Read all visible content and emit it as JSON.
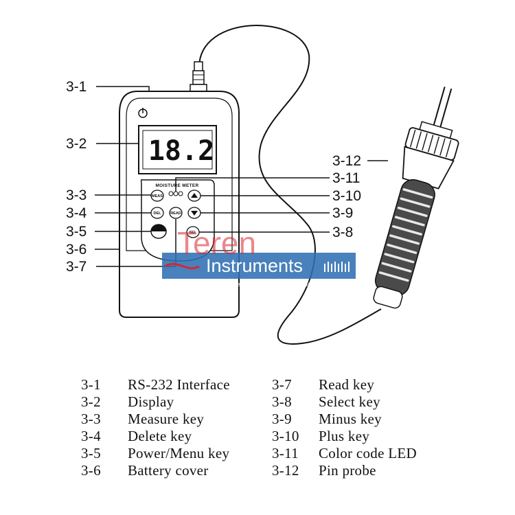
{
  "display": {
    "reading": "18.2"
  },
  "panel": {
    "title": "MOISTURE METER"
  },
  "keys": {
    "measure": "MEAS",
    "delete": "DEL",
    "read": "READ",
    "select": "SEL"
  },
  "callouts": [
    "3-1",
    "3-2",
    "3-3",
    "3-4",
    "3-5",
    "3-6",
    "3-7",
    "3-8",
    "3-9",
    "3-10",
    "3-11",
    "3-12"
  ],
  "legend": {
    "left": [
      {
        "code": "3-1",
        "label": "RS-232 Interface"
      },
      {
        "code": "3-2",
        "label": "Display"
      },
      {
        "code": "3-3",
        "label": "Measure key"
      },
      {
        "code": "3-4",
        "label": "Delete key"
      },
      {
        "code": "3-5",
        "label": "Power/Menu key"
      },
      {
        "code": "3-6",
        "label": "Battery cover"
      }
    ],
    "right": [
      {
        "code": "3-7",
        "label": "Read key"
      },
      {
        "code": "3-8",
        "label": "Select key"
      },
      {
        "code": "3-9",
        "label": "Minus key"
      },
      {
        "code": "3-10",
        "label": "Plus key"
      },
      {
        "code": "3-11",
        "label": "Color code LED"
      },
      {
        "code": "3-12",
        "label": "Pin probe"
      }
    ]
  },
  "watermark": {
    "brand_top": "Teren",
    "brand_bottom": "Instruments",
    "tagline": "Measurement > Control > Data Acquisition",
    "band_color": "#2f6fb3",
    "accent_color": "#d7262e"
  }
}
